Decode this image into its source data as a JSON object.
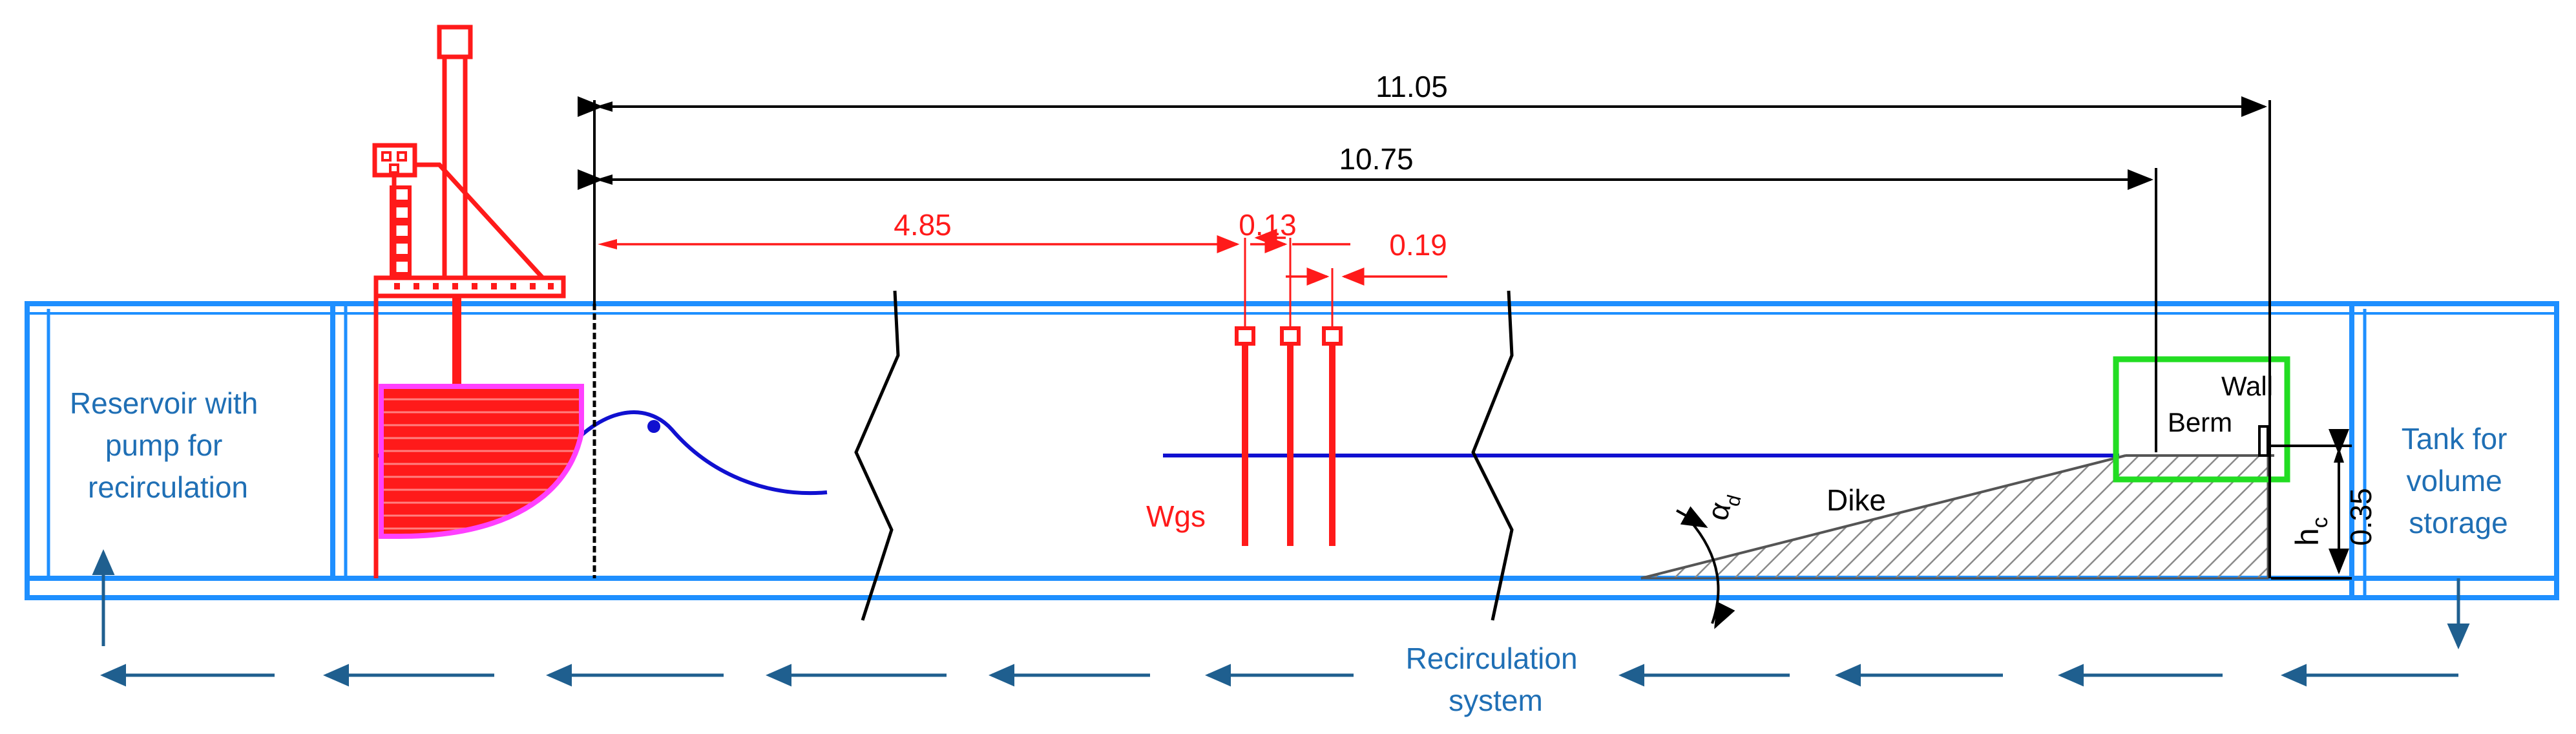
{
  "colors": {
    "flume": "#1e8fff",
    "water": "#1010d0",
    "instrument": "#ff1a1a",
    "paddle_outline": "#ff40ff",
    "label_blue": "#1f6fb5",
    "dimension": "#000000",
    "highlight_box": "#22dd22",
    "hatch": "#8a8a8a"
  },
  "labels": {
    "reservoir": [
      "Reservoir with",
      "pump for",
      "recirculation"
    ],
    "tank": [
      "Tank for",
      "volume",
      "storage"
    ],
    "recirculation": [
      "Recirculation",
      "system"
    ],
    "wgs": "Wgs",
    "dike": "Dike",
    "berm": "Berm",
    "wall": "Wall",
    "alpha": "α",
    "alpha_sub": "d",
    "hc": "h",
    "hc_sub": "c"
  },
  "dimensions": {
    "total_length": "11.05",
    "to_berm": "10.75",
    "to_gauges": "4.85",
    "gauge_gap_1": "0.13",
    "gauge_gap_2": "0.19",
    "dike_height": "0.35"
  }
}
